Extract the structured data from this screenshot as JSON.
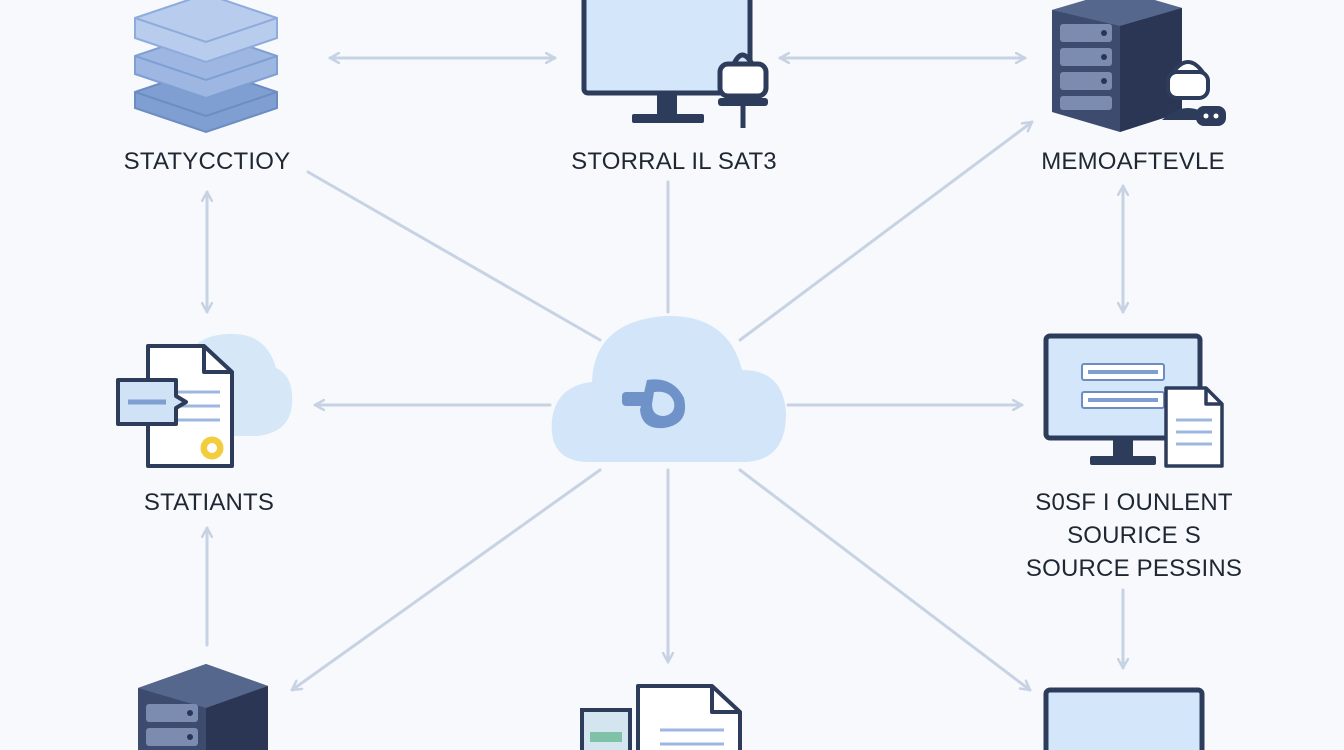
{
  "colors": {
    "background": "#f7f9fc",
    "arrow": "#c7d3e4",
    "navy": "#2e3c5c",
    "light_blue": "#cfe2f6",
    "mid_blue": "#9db7df",
    "cloud": "#d6e7f8",
    "accent_yellow": "#f3cd3c"
  },
  "nodes": {
    "top_left": {
      "label": "STATYCCTIOY",
      "icon": "database-stack-icon"
    },
    "top_center": {
      "label": "STORRAL IL SAT3",
      "icon": "monitor-with-lock-icon"
    },
    "top_right": {
      "label": "MEMOAFTEVLE",
      "icon": "server-rack-with-user-icon"
    },
    "middle_left": {
      "label": "STATIANTS",
      "icon": "document-cloud-icon"
    },
    "center": {
      "icon": "cloud-hub-icon"
    },
    "middle_right": {
      "lines": [
        "S0SF I OUNLENT",
        "SOURICE S",
        "SOURCE PESSINS"
      ],
      "icon": "monitor-document-icon"
    },
    "bottom_left": {
      "icon": "server-rack-icon"
    },
    "bottom_center": {
      "icon": "documents-icon"
    },
    "bottom_right": {
      "icon": "monitor-icon"
    }
  }
}
